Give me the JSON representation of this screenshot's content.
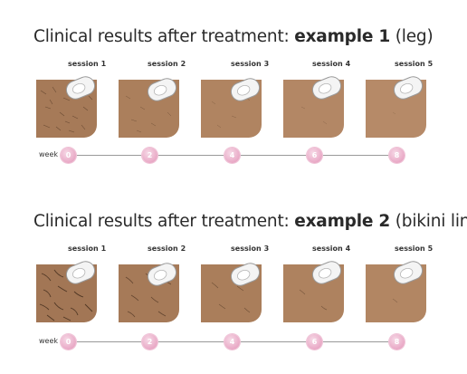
{
  "examples": [
    {
      "title_prefix": "Clinical results after treatment: ",
      "title_bold": "example 1",
      "title_suffix": " (leg)",
      "sessions": [
        {
          "word": "session",
          "num": "1"
        },
        {
          "word": "session",
          "num": "2"
        },
        {
          "word": "session",
          "num": "3"
        },
        {
          "word": "session",
          "num": "4"
        },
        {
          "word": "session",
          "num": "5"
        }
      ],
      "week_label": "week",
      "weeks": [
        "0",
        "2",
        "4",
        "6",
        "8"
      ]
    },
    {
      "title_prefix": "Clinical results after treatment: ",
      "title_bold": "example 2",
      "title_suffix": " (bikini line)",
      "sessions": [
        {
          "word": "session",
          "num": "1"
        },
        {
          "word": "session",
          "num": "2"
        },
        {
          "word": "session",
          "num": "3"
        },
        {
          "word": "session",
          "num": "4"
        },
        {
          "word": "session",
          "num": "5"
        }
      ],
      "week_label": "week",
      "weeks": [
        "0",
        "2",
        "4",
        "6",
        "8"
      ]
    }
  ],
  "colors": {
    "skin": "#a87c5a",
    "skin_light": "#b98d6a",
    "hair": "#3a2516",
    "week_dot": "#e9a9c6"
  },
  "icons": [
    "ipl-device-icon"
  ]
}
